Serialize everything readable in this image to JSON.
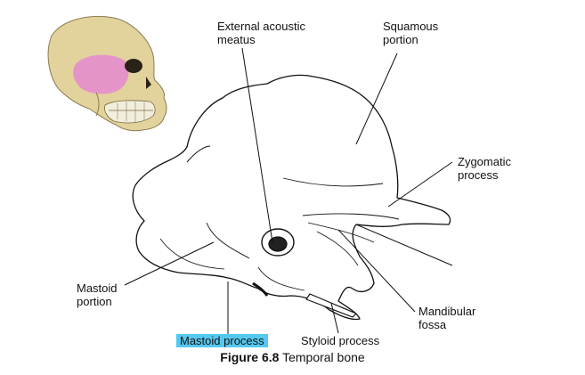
{
  "labels": {
    "external_acoustic_meatus": "External acoustic\nmeatus",
    "squamous_portion": "Squamous\nportion",
    "zygomatic_process": "Zygomatic\nprocess",
    "mastoid_portion": "Mastoid\nportion",
    "mandibular_fossa": "Mandibular\nfossa",
    "mastoid_process": "Mastoid process",
    "styloid_process": "Styloid process"
  },
  "caption": {
    "figure_number": "Figure 6.8",
    "title": "Temporal bone"
  },
  "colors": {
    "skull_fill": "#e2d29c",
    "temporal_highlight": "#e48ad0",
    "label_highlight": "#55c8f0",
    "line": "#111111"
  }
}
